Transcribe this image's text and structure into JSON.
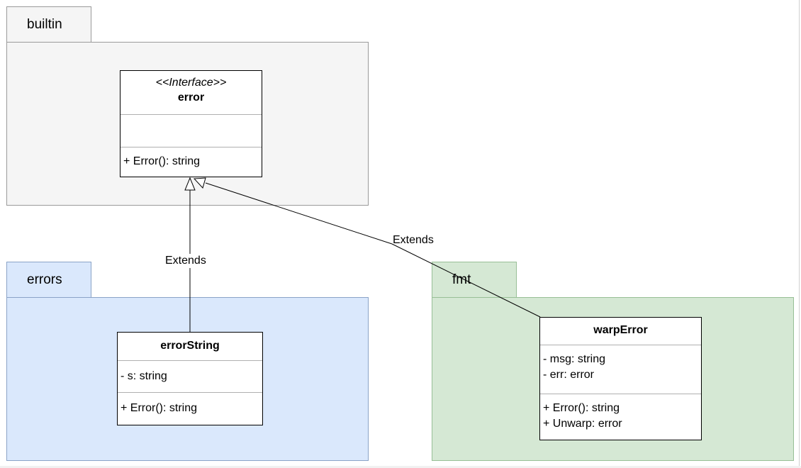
{
  "packages": {
    "builtin": {
      "name": "builtin"
    },
    "errors": {
      "name": "errors"
    },
    "fmt": {
      "name": "fmt"
    }
  },
  "classes": {
    "error": {
      "stereotype": "<<Interface>>",
      "name": "error",
      "attributes": [],
      "methods": [
        "+ Error(): string"
      ]
    },
    "errorString": {
      "name": "errorString",
      "attributes": [
        "- s: string"
      ],
      "methods": [
        "+ Error(): string"
      ]
    },
    "warpError": {
      "name": "warpError",
      "attributes": [
        "- msg: string",
        "- err: error"
      ],
      "methods": [
        "+ Error(): string",
        "+ Unwarp: error"
      ]
    }
  },
  "relations": [
    {
      "from": "errorString",
      "to": "error",
      "label": "Extends"
    },
    {
      "from": "warpError",
      "to": "error",
      "label": "Extends"
    }
  ],
  "colors": {
    "builtin_fill": "#f5f5f5",
    "errors_fill": "#dae8fc",
    "fmt_fill": "#d5e8d4"
  }
}
